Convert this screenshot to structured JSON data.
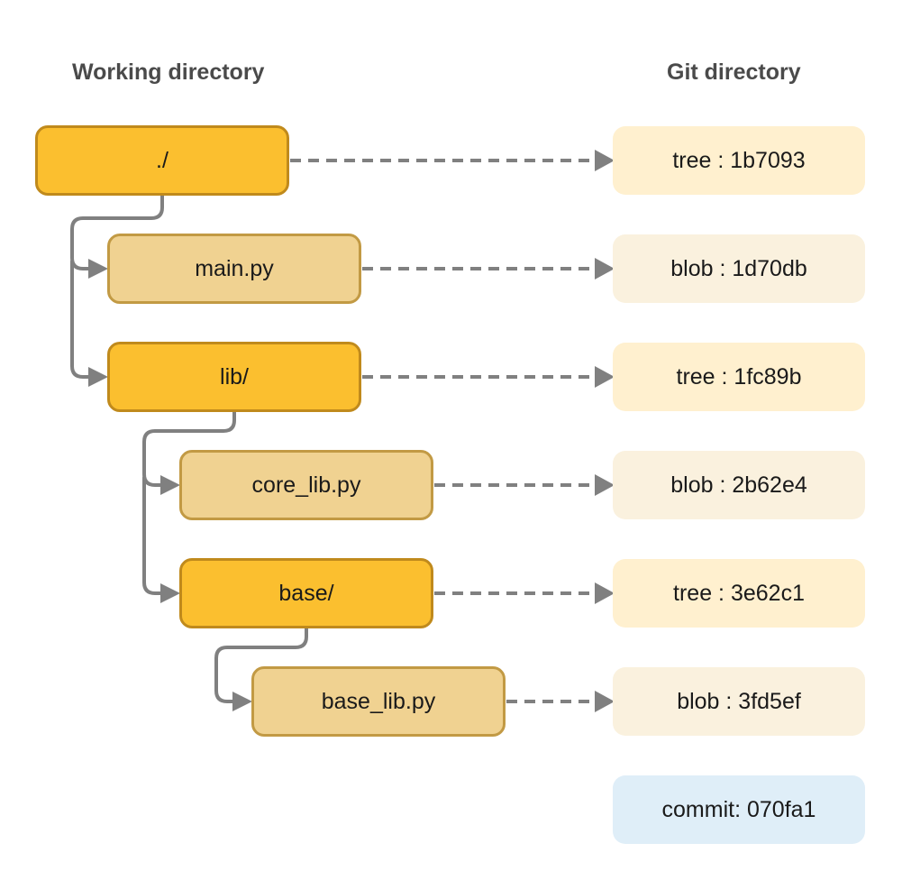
{
  "headings": {
    "working_directory": "Working directory",
    "git_directory": "Git directory"
  },
  "working_directory": {
    "root": "./",
    "main_py": "main.py",
    "lib": "lib/",
    "core_lib_py": "core_lib.py",
    "base": "base/",
    "base_lib_py": "base_lib.py"
  },
  "git_directory": {
    "root_tree": "tree : 1b7093",
    "main_blob": "blob : 1d70db",
    "lib_tree": "tree : 1fc89b",
    "core_lib_blob": "blob : 2b62e4",
    "base_tree": "tree : 3e62c1",
    "base_lib_blob": "blob : 3fd5ef",
    "commit": "commit: 070fa1"
  },
  "colors": {
    "directory_fill": "#fbbf2f",
    "directory_border": "#c08a1c",
    "file_fill": "#f0d291",
    "file_border": "#c29a44",
    "tree_fill": "#fff0cf",
    "blob_fill": "#faf1de",
    "commit_fill": "#dfeef8",
    "connector": "#808080"
  }
}
